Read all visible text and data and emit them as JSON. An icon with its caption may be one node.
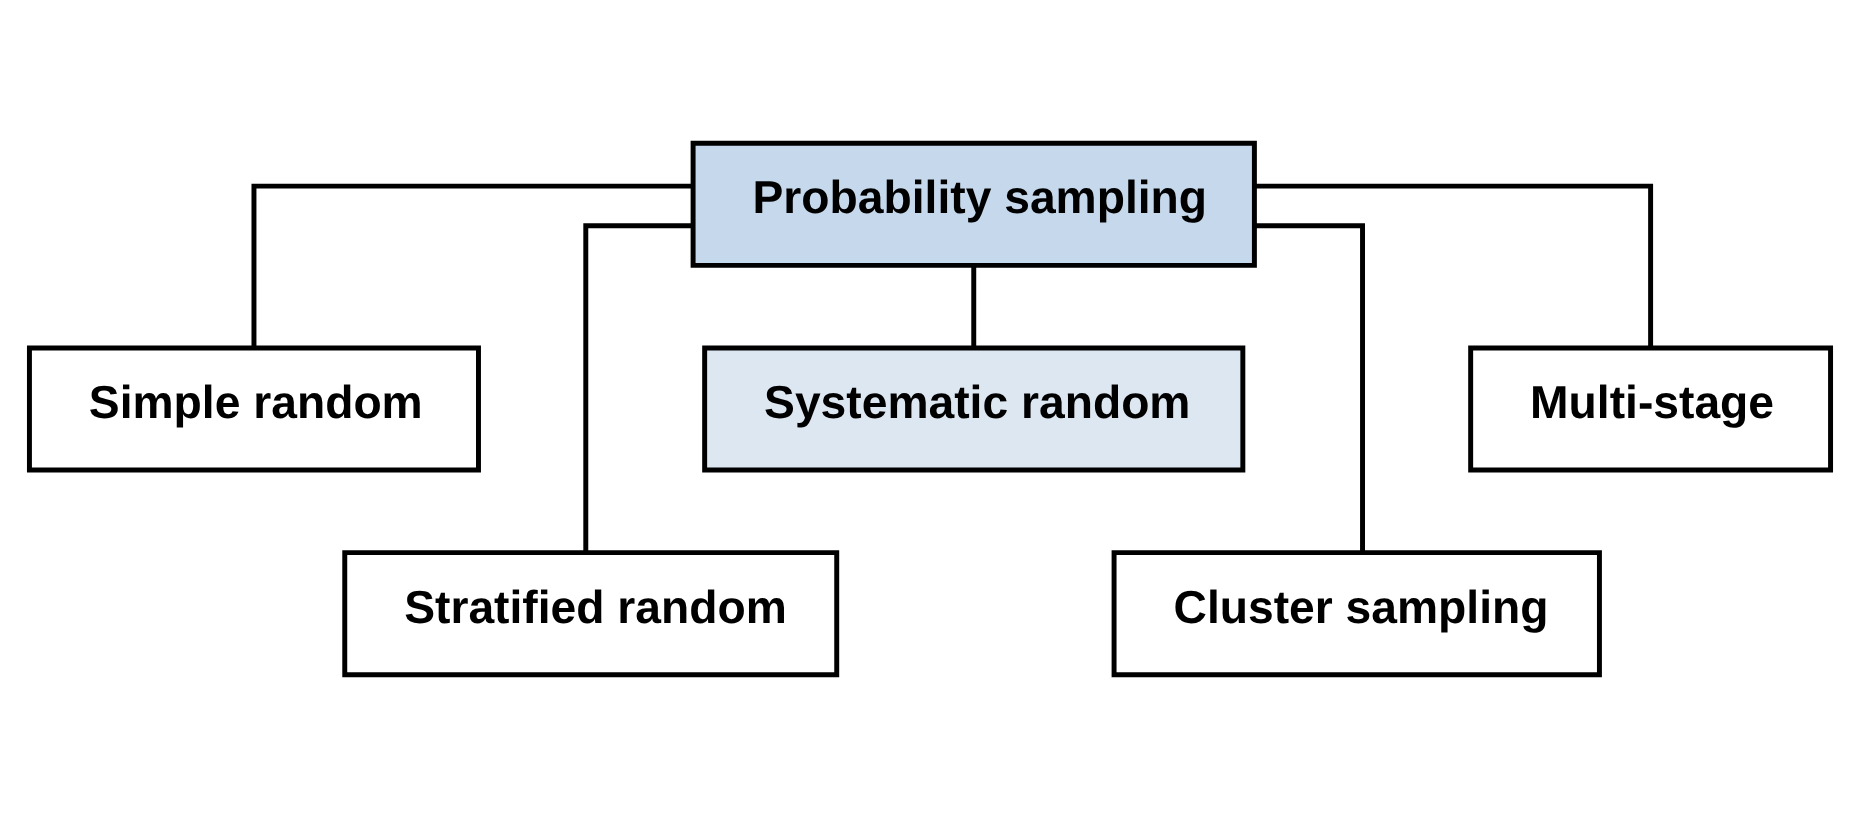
{
  "diagram": {
    "nodes": [
      {
        "text": [
          "Probability sampling"
        ]
      },
      {
        "text": [
          "Simple random"
        ]
      },
      {
        "text": [
          "Stratified random"
        ]
      },
      {
        "text": [
          "Systematic random"
        ]
      },
      {
        "text": [
          "Cluster sampling"
        ]
      },
      {
        "text": [
          "Multi-stage"
        ]
      }
    ],
    "edges": [
      {
        "from": 0,
        "to": 1,
        "arrow": "none"
      },
      {
        "from": 0,
        "to": 2,
        "arrow": "none"
      },
      {
        "from": 0,
        "to": 3,
        "arrow": "none"
      },
      {
        "from": 0,
        "to": 4,
        "arrow": "none"
      },
      {
        "from": 0,
        "to": 5,
        "arrow": "none"
      }
    ]
  }
}
